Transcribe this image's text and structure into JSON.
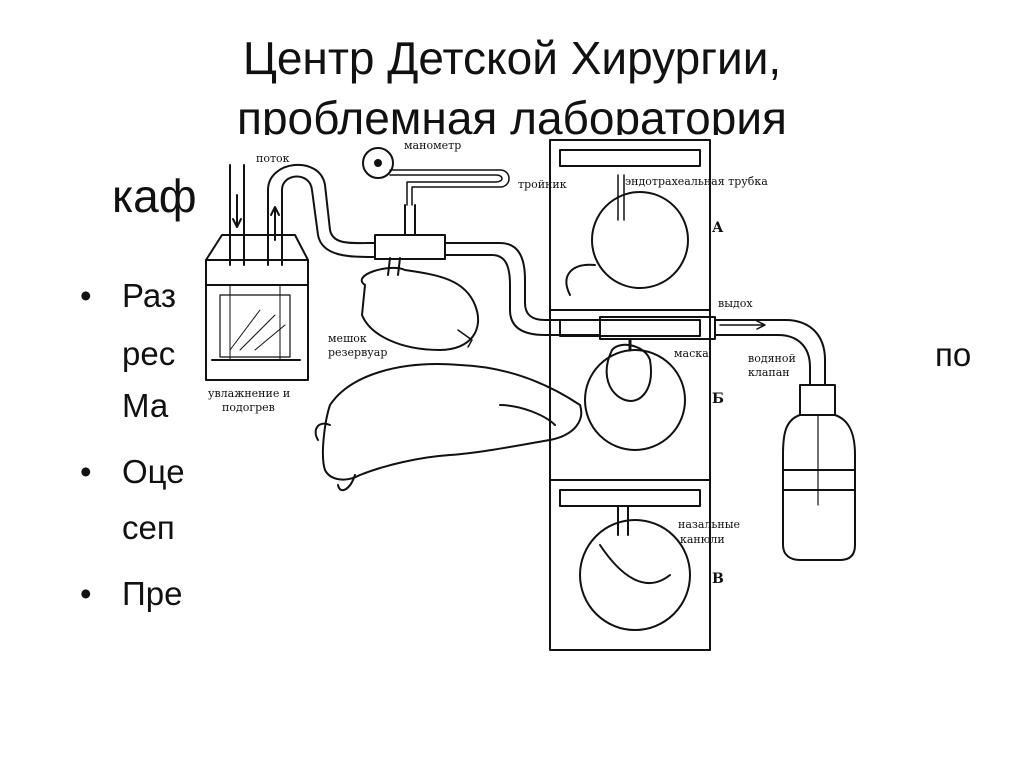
{
  "slide": {
    "title_line1": "Центр Детской Хирургии,",
    "title_line2": "проблемная лаборатория",
    "title_line3_visible": "каф",
    "bullets": [
      {
        "marker": "•",
        "line1": "Раз",
        "line2": "рес",
        "line3": "Ма"
      },
      {
        "marker": "•",
        "line1": "Оце",
        "line2": "сеп"
      },
      {
        "marker": "•",
        "line1": "Пре"
      }
    ],
    "overflow_text_right": "по"
  },
  "diagram": {
    "labels": {
      "flow": "поток",
      "manometer": "манометр",
      "tee": "тройник",
      "endotracheal_tube": "эндотрахеальная трубка",
      "panel_a": "А",
      "exhale": "выдох",
      "bag": "мешок",
      "reservoir": "резервуар",
      "mask": "маска",
      "water": "водяной",
      "valve": "клапан",
      "humid1": "увлажнение и",
      "humid2": "подогрев",
      "panel_b": "Б",
      "nasal1": "назальные",
      "nasal2": "канюли",
      "panel_c": "В"
    }
  }
}
